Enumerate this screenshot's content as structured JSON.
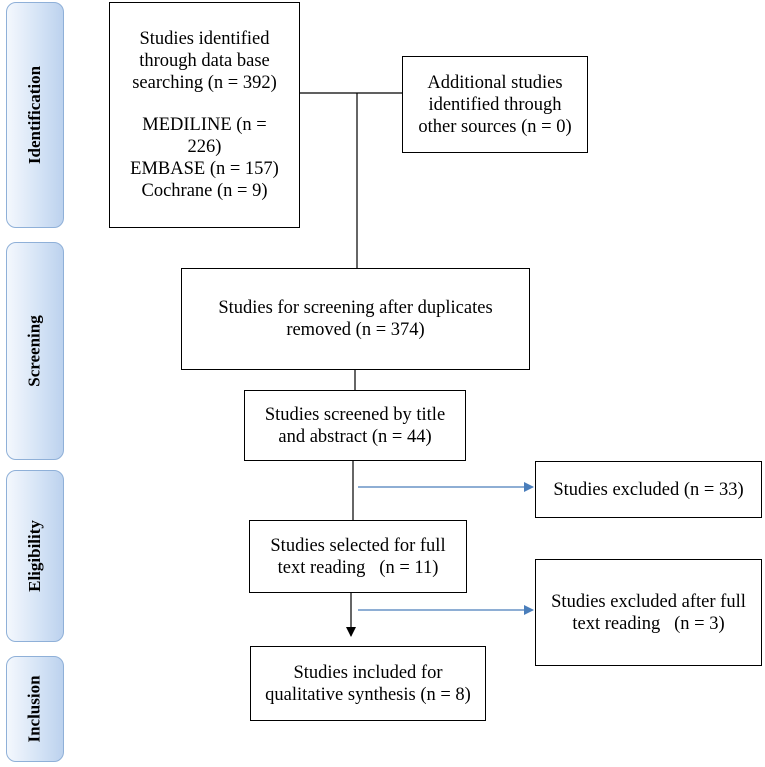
{
  "phases": {
    "identification": "Identification",
    "screening": "Screening",
    "eligibility": "Eligibility",
    "inclusion": "Inclusion"
  },
  "boxes": {
    "database_search": {
      "lines": [
        "Studies identified",
        "through data base",
        "searching (n = 392)",
        "",
        "MEDILINE (n =",
        "226)",
        "EMBASE (n = 157)",
        "Cochrane (n = 9)"
      ]
    },
    "other_sources": {
      "lines": [
        "Additional studies",
        "identified through",
        "other sources (n = 0)"
      ]
    },
    "after_duplicates": {
      "lines": [
        "Studies for screening after duplicates",
        "removed (n = 374)"
      ]
    },
    "title_abstract": {
      "lines": [
        "Studies screened by title",
        "and abstract (n = 44)"
      ]
    },
    "excluded": {
      "lines": [
        "Studies excluded (n = 33)"
      ]
    },
    "full_text": {
      "lines": [
        "Studies selected for full",
        "text reading   (n = 11)"
      ]
    },
    "excluded_full_text": {
      "lines": [
        "Studies excluded after full",
        "text reading   (n = 3)"
      ]
    },
    "included": {
      "lines": [
        "Studies included for",
        "qualitative synthesis (n = 8)"
      ]
    }
  },
  "colors": {
    "phase_border": "#8fb0d8",
    "phase_fill": "#d6e4f6",
    "exclusion_arrow": "#4a7ebb",
    "flow_line": "#000000"
  }
}
